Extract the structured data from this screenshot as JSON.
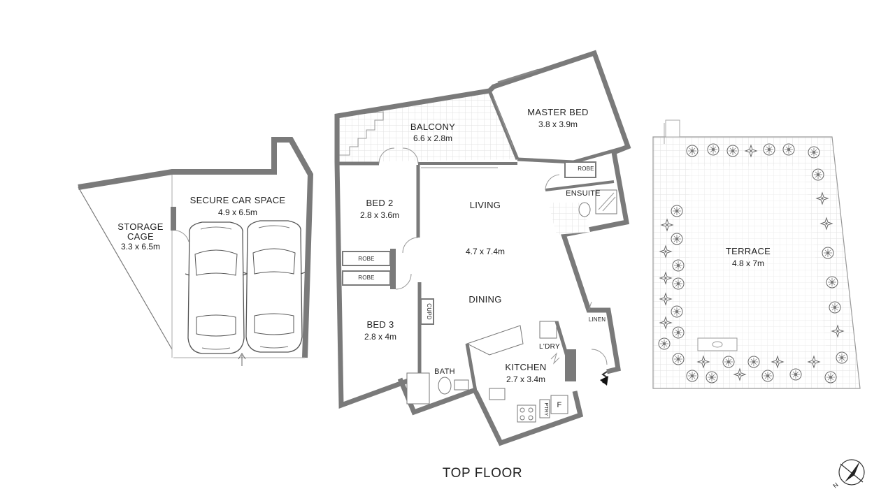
{
  "floor_title": "TOP FLOOR",
  "compass": {
    "letter": "N"
  },
  "rooms": {
    "storage": {
      "name_line1": "STORAGE",
      "name_line2": "CAGE",
      "dims": "3.3 x 6.5m"
    },
    "car_space": {
      "name": "SECURE CAR SPACE",
      "dims": "4.9 x 6.5m"
    },
    "balcony": {
      "name": "BALCONY",
      "dims": "6.6 x 2.8m"
    },
    "master_bed": {
      "name": "MASTER BED",
      "dims": "3.8 x 3.9m"
    },
    "robe_master": {
      "name": "ROBE"
    },
    "ensuite": {
      "name": "ENSUITE"
    },
    "bed2": {
      "name": "BED 2",
      "dims": "2.8 x 3.6m"
    },
    "robe_bed2": {
      "name": "ROBE"
    },
    "robe_bed3": {
      "name": "ROBE"
    },
    "bed3": {
      "name": "BED 3",
      "dims": "2.8 x 4m"
    },
    "living": {
      "name": "LIVING"
    },
    "living_dining": {
      "dims": "4.7 x 7.4m"
    },
    "dining": {
      "name": "DINING"
    },
    "cupd": {
      "name": "CUPD"
    },
    "linen": {
      "name": "LINEN"
    },
    "laundry": {
      "name": "L'DRY"
    },
    "kitchen": {
      "name": "KITCHEN",
      "dims": "2.7 x 3.4m"
    },
    "bath": {
      "name": "BATH"
    },
    "pantry": {
      "name": "PTRY"
    },
    "fridge": {
      "name": "F"
    },
    "terrace": {
      "name": "TERRACE",
      "dims": "4.8 x 7m"
    }
  }
}
